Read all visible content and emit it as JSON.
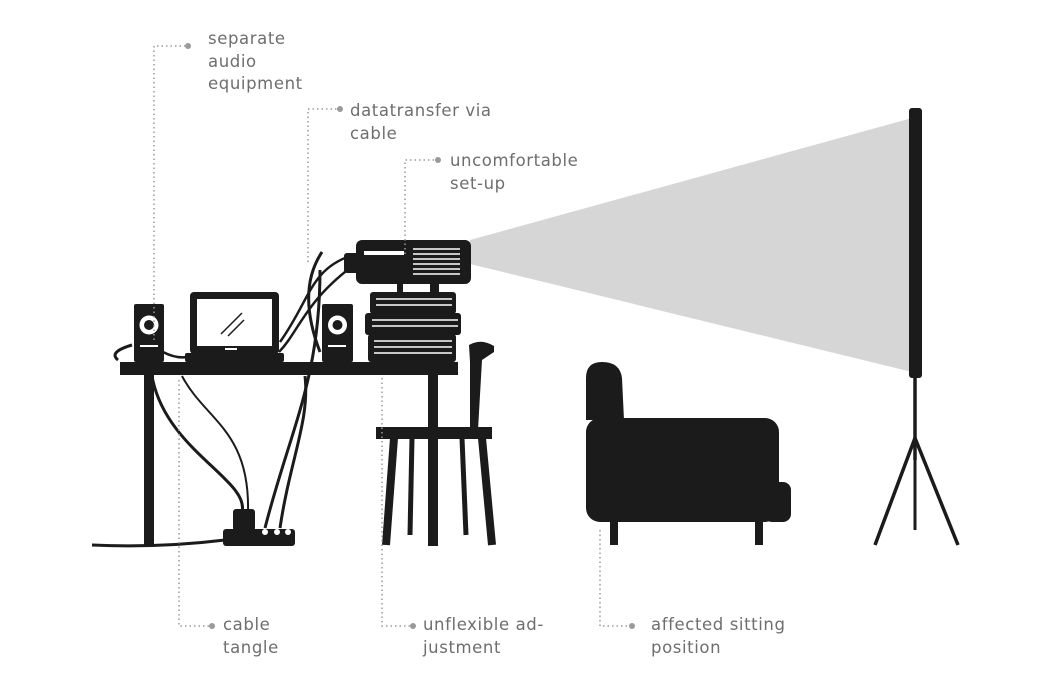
{
  "annotations": {
    "audio": [
      "separate",
      "audio",
      "equipment"
    ],
    "datatransfer": [
      "datatransfer via",
      "cable"
    ],
    "setup": [
      "uncomfortable",
      "set-up"
    ],
    "cable_tangle": [
      "cable",
      "tangle"
    ],
    "adjustment": [
      "unflexible ad-",
      "justment"
    ],
    "sitting": [
      "affected sitting",
      "position"
    ]
  },
  "colors": {
    "ink": "#1b1b1b",
    "beam": "#d6d6d6",
    "leader": "#9a9a9a",
    "text": "#6e6e6e"
  }
}
